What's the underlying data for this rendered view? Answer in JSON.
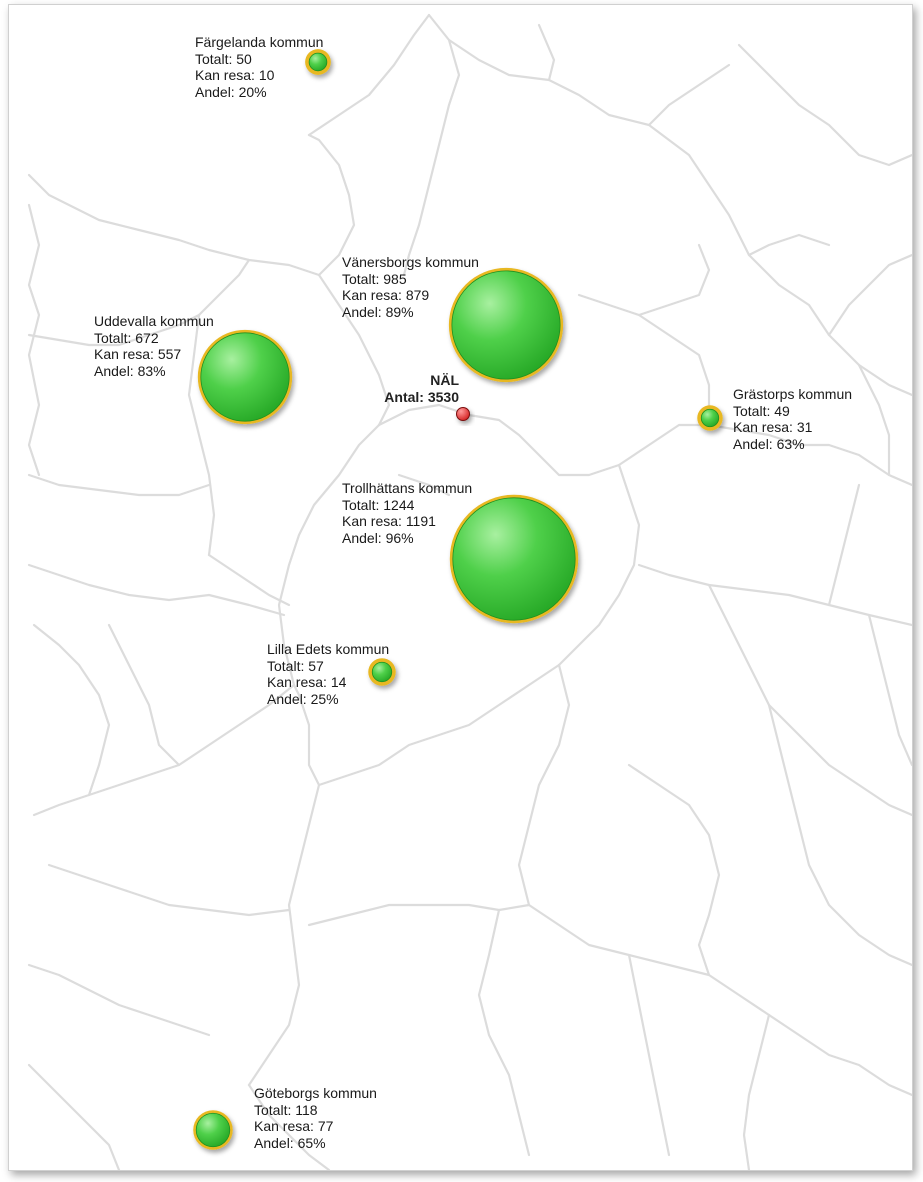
{
  "hub": {
    "name": "NÄL",
    "count_label": "Antal: 3530",
    "color": "#e23b3b"
  },
  "colors": {
    "circle_fill": "#3cc43c",
    "circle_ring": "#e8b820",
    "border_lines": "#dcdcdc"
  },
  "municipalities": [
    {
      "id": "fargelanda",
      "name": "Färgelanda kommun",
      "total": "Totalt: 50",
      "can_travel": "Kan resa: 10",
      "share": "Andel: 20%"
    },
    {
      "id": "vanersborg",
      "name": "Vänersborgs kommun",
      "total": "Totalt: 985",
      "can_travel": "Kan resa: 879",
      "share": "Andel: 89%"
    },
    {
      "id": "uddevalla",
      "name": "Uddevalla kommun",
      "total": "Totalt: 672",
      "can_travel": "Kan resa: 557",
      "share": "Andel: 83%"
    },
    {
      "id": "grastorp",
      "name": "Grästorps kommun",
      "total": "Totalt: 49",
      "can_travel": "Kan resa: 31",
      "share": "Andel: 63%"
    },
    {
      "id": "trollhattan",
      "name": "Trollhättans kommun",
      "total": "Totalt: 1244",
      "can_travel": "Kan resa: 1191",
      "share": "Andel: 96%"
    },
    {
      "id": "lilla-edet",
      "name": "Lilla Edets kommun",
      "total": "Totalt: 57",
      "can_travel": "Kan resa: 14",
      "share": "Andel: 25%"
    },
    {
      "id": "goteborg",
      "name": "Göteborgs kommun",
      "total": "Totalt: 118",
      "can_travel": "Kan resa: 77",
      "share": "Andel: 65%"
    }
  ]
}
